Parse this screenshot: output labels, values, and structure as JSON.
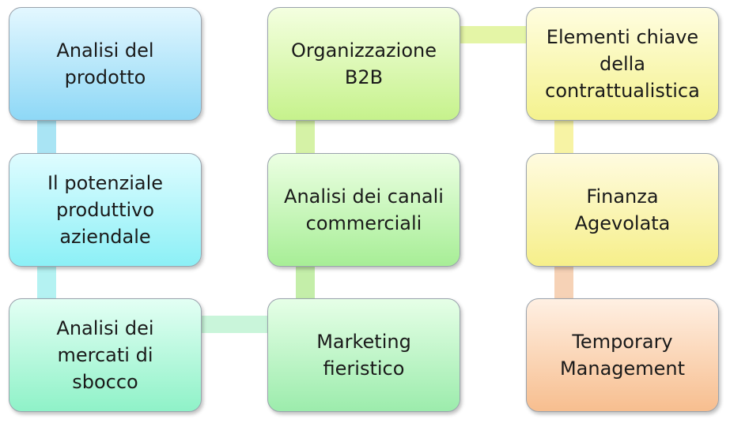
{
  "boxes": [
    {
      "id": "b1",
      "label": "Analisi del\nprodotto"
    },
    {
      "id": "b2",
      "label": "Il potenziale\nproduttivo\naziendale"
    },
    {
      "id": "b3",
      "label": "Analisi dei\nmercati di\nsbocco"
    },
    {
      "id": "b4",
      "label": "Organizzazione\nB2B"
    },
    {
      "id": "b5",
      "label": "Analisi dei canali\ncommerciali"
    },
    {
      "id": "b6",
      "label": "Marketing\nfieristico"
    },
    {
      "id": "b7",
      "label": "Elementi chiave\ndella\ncontrattualistica"
    },
    {
      "id": "b8",
      "label": "Finanza\nAgevolata"
    },
    {
      "id": "b9",
      "label": "Temporary\nManagement"
    }
  ],
  "connector_colors": {
    "blue": "#a9e4f4",
    "cyan": "#b4f2f2",
    "mint": "#c9f5da",
    "lightgreen": "#c4eea9",
    "lime": "#e4f5a6",
    "yellow": "#f7f3a4",
    "peach": "#f6d2b6"
  }
}
